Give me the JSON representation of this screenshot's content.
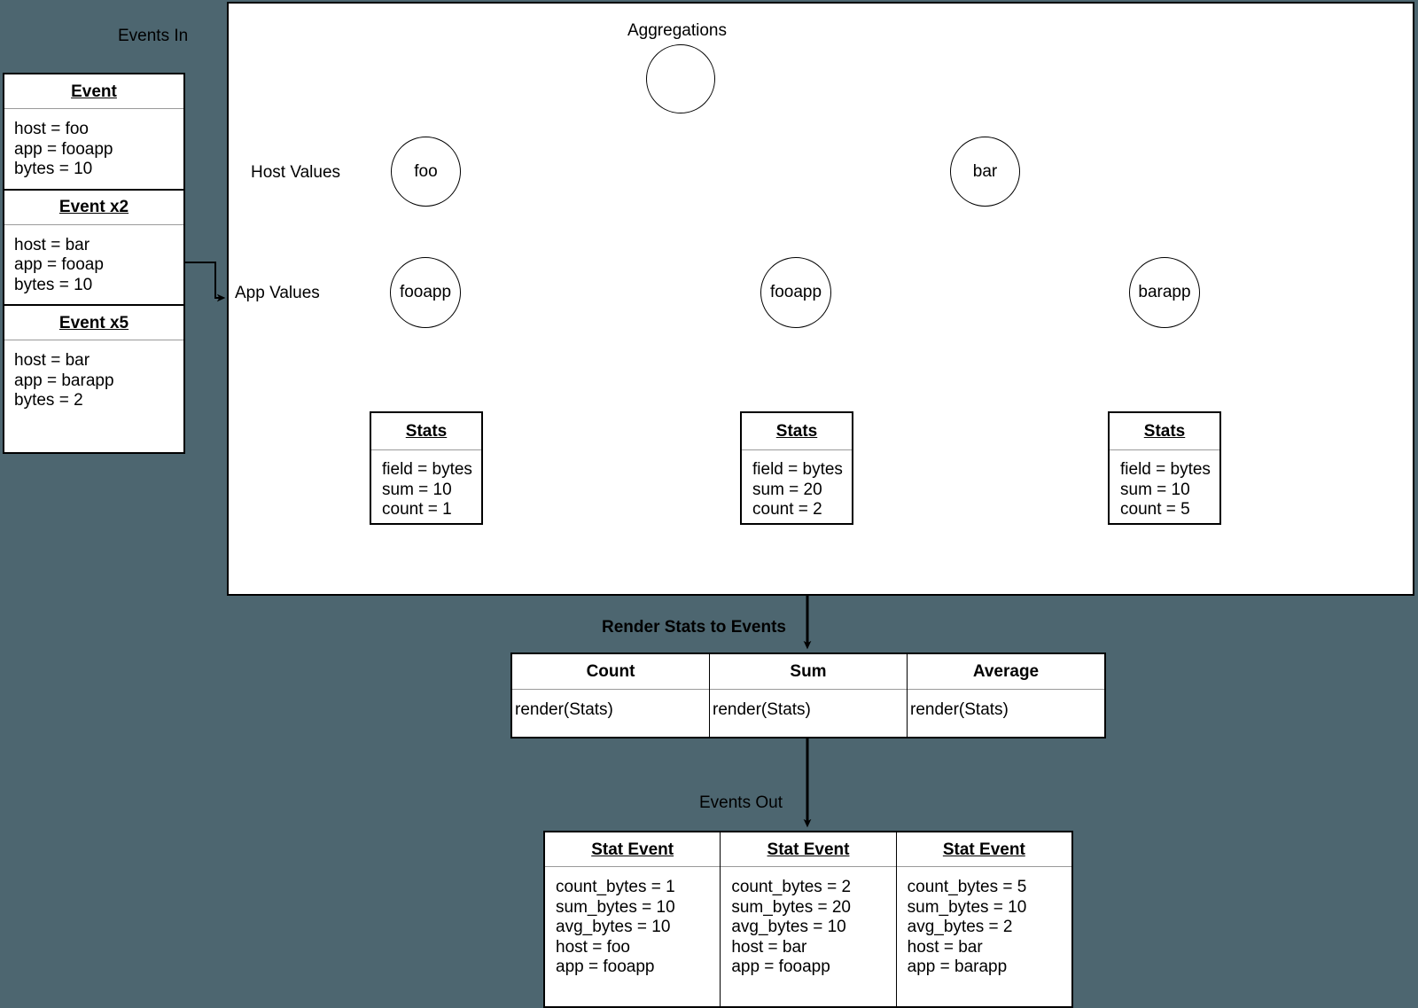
{
  "colors": {
    "background": "#4d6670",
    "card_fill": "#ffffff",
    "stroke": "#000000",
    "divider": "#9a9a9a"
  },
  "labels": {
    "events_in": "Events In",
    "aggregations": "Aggregations",
    "host_values": "Host Values",
    "app_values": "App Values",
    "render_stats_to_events": "Render Stats to Events",
    "events_out": "Events Out"
  },
  "events_in": [
    {
      "title": "Event",
      "body": "host = foo\napp = fooapp\nbytes = 10"
    },
    {
      "title": "Event x2",
      "body": "host = bar\napp = fooap\nbytes = 10"
    },
    {
      "title": "Event x5",
      "body": "host = bar\napp = barapp\nbytes = 2"
    }
  ],
  "tree": {
    "root": {
      "label": ""
    },
    "host_nodes": [
      {
        "label": "foo"
      },
      {
        "label": "bar"
      }
    ],
    "app_nodes": [
      {
        "label": "fooapp"
      },
      {
        "label": "fooapp"
      },
      {
        "label": "barapp"
      }
    ]
  },
  "stats": [
    {
      "title": "Stats",
      "body": "field = bytes\nsum = 10\ncount = 1"
    },
    {
      "title": "Stats",
      "body": "field = bytes\nsum = 20\ncount = 2"
    },
    {
      "title": "Stats",
      "body": "field = bytes\nsum = 10\ncount = 5"
    }
  ],
  "render_table": {
    "headers": [
      "Count",
      "Sum",
      "Average"
    ],
    "cells": [
      "render(Stats)",
      "render(Stats)",
      "render(Stats)"
    ]
  },
  "stat_events": [
    {
      "title": "Stat Event",
      "body": "count_bytes = 1\nsum_bytes = 10\navg_bytes = 10\nhost = foo\napp = fooapp"
    },
    {
      "title": "Stat Event",
      "body": "count_bytes = 2\nsum_bytes = 20\navg_bytes = 10\nhost = bar\napp = fooapp"
    },
    {
      "title": "Stat Event",
      "body": "count_bytes = 5\nsum_bytes = 10\navg_bytes = 2\nhost = bar\napp = barapp"
    }
  ]
}
